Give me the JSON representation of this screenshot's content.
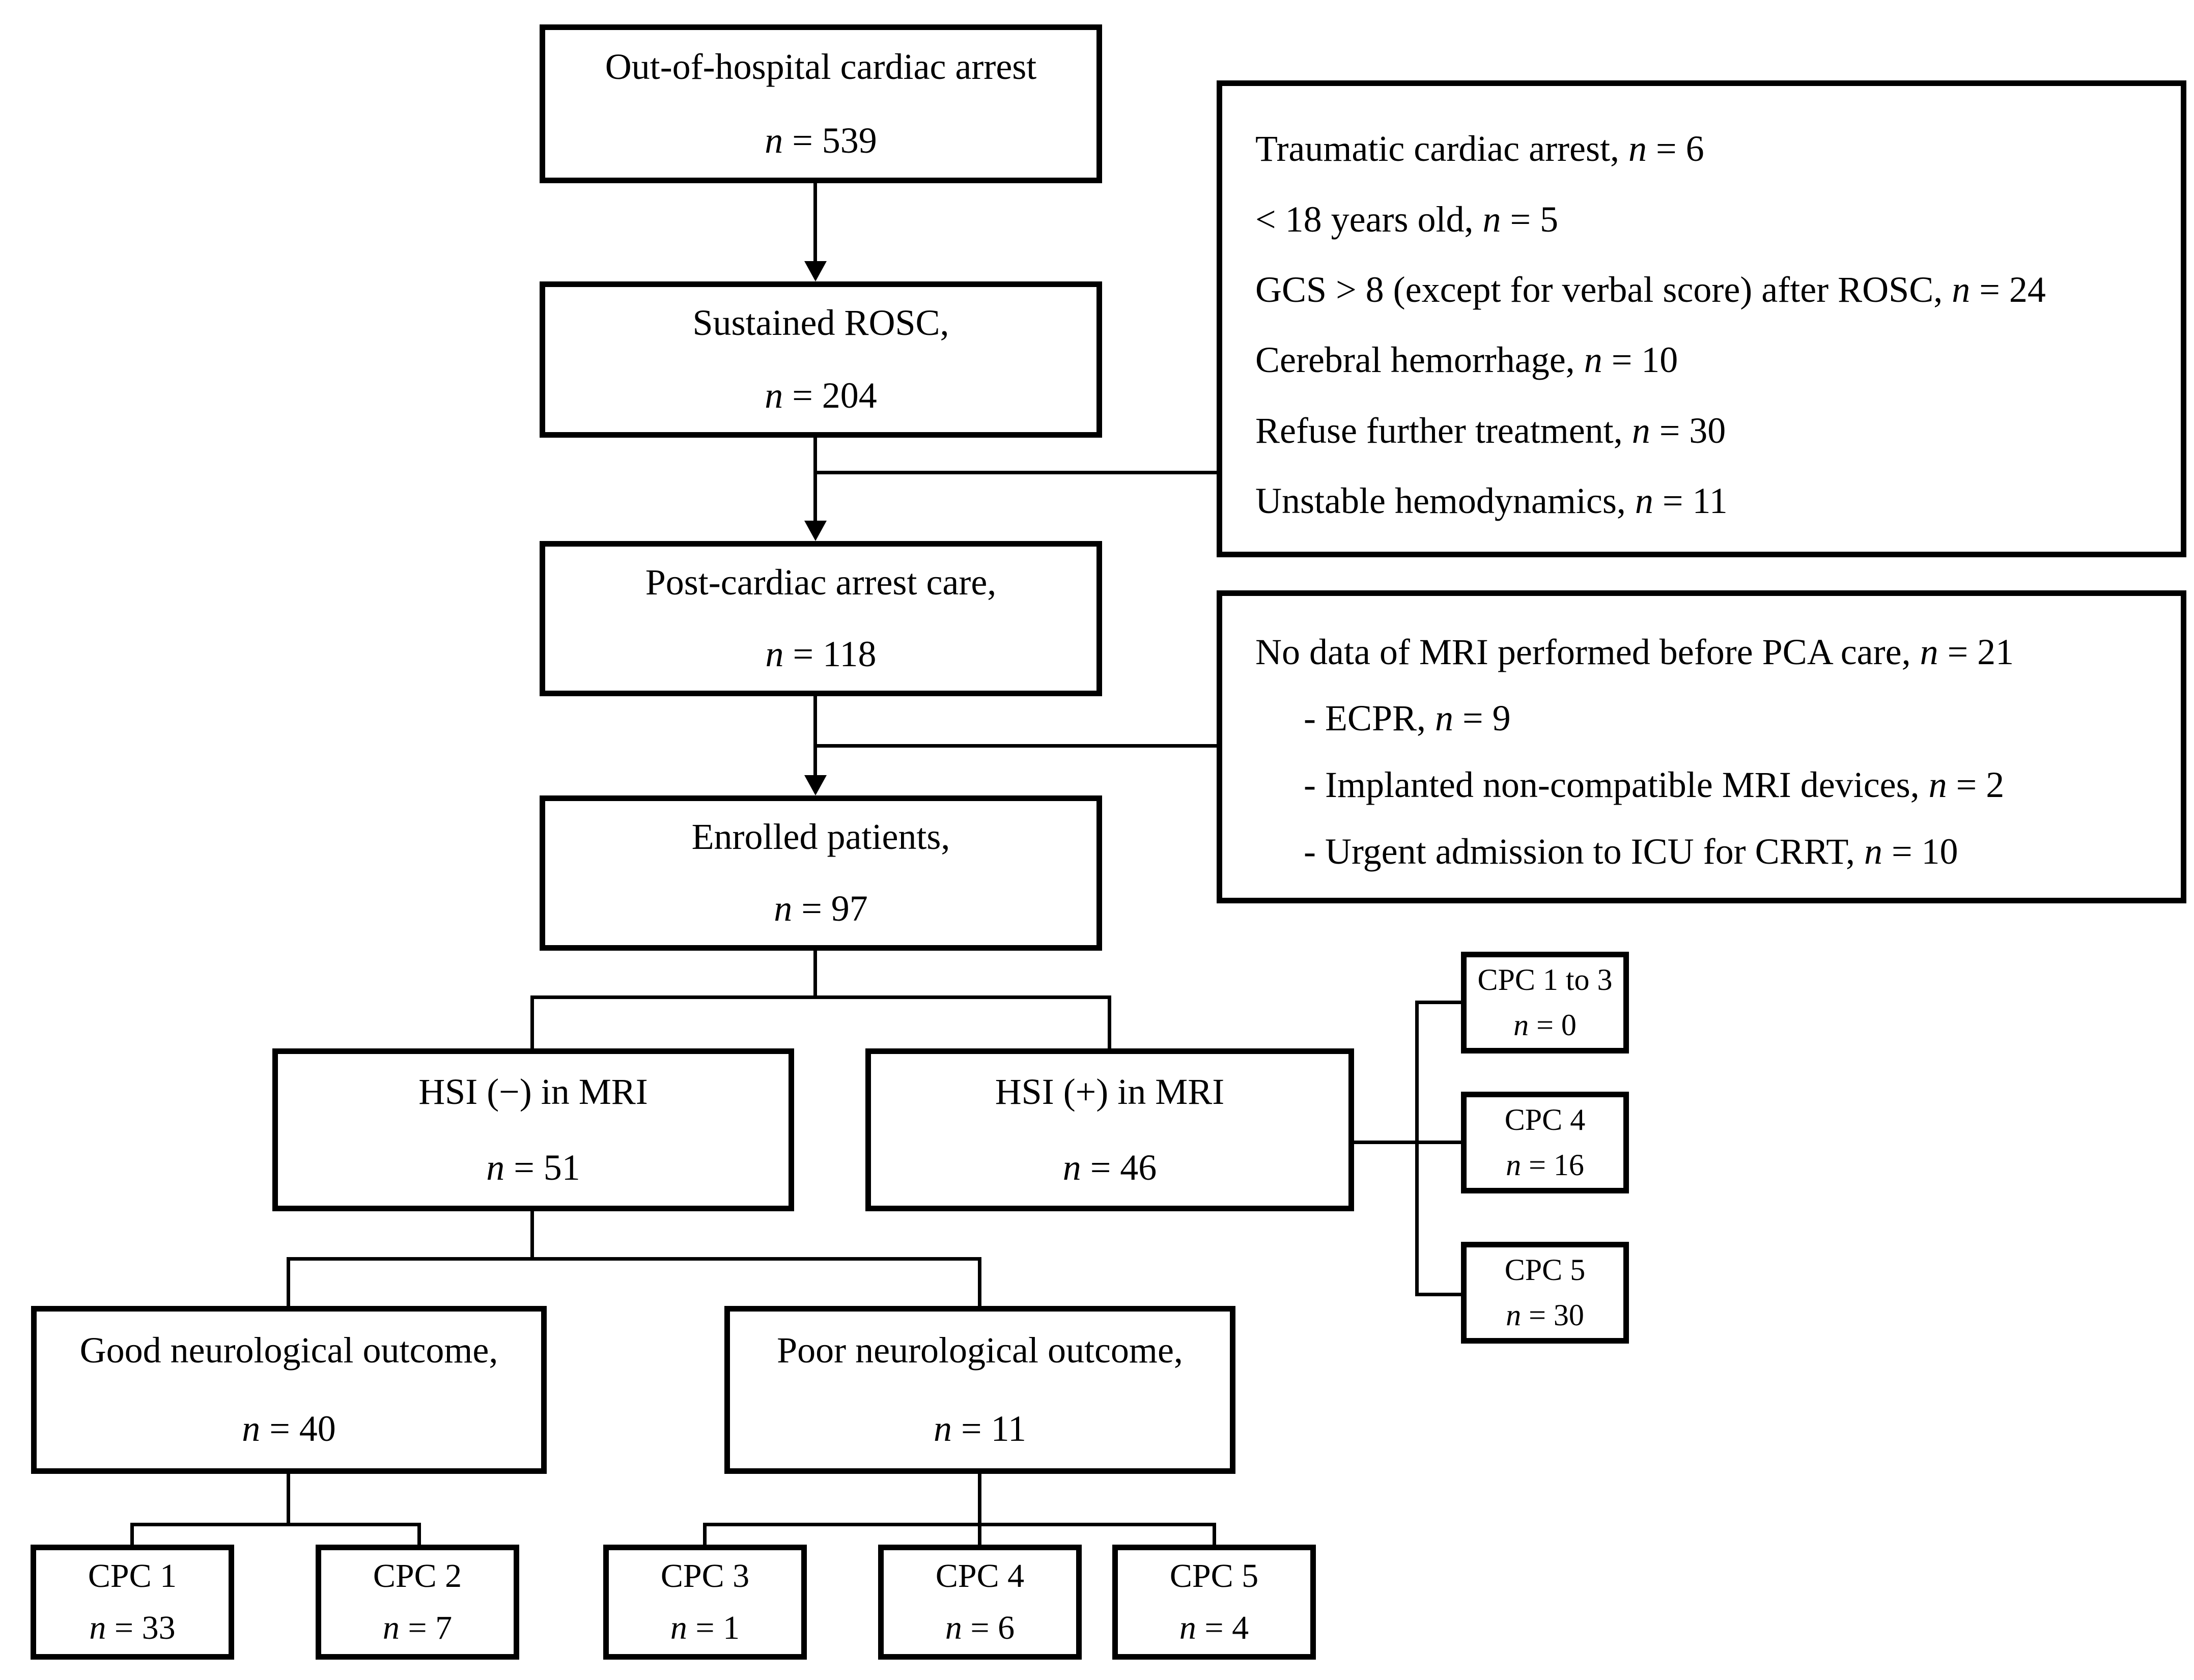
{
  "diagram": {
    "type": "flowchart",
    "nodes": {
      "oohca": {
        "label": "Out-of-hospital cardiac arrest",
        "count": "n = 539"
      },
      "rosc": {
        "label": "Sustained ROSC,",
        "count": "n = 204"
      },
      "pca": {
        "label": "Post-cardiac arrest care,",
        "count": "n = 118"
      },
      "enrolled": {
        "label": "Enrolled patients,",
        "count": "n = 97"
      },
      "hsi_neg": {
        "label": "HSI (−) in MRI",
        "count": "n = 51"
      },
      "hsi_pos": {
        "label": "HSI (+) in MRI",
        "count": "n = 46"
      },
      "cpc_1to3": {
        "label": "CPC 1 to 3",
        "count": "n = 0"
      },
      "cpc_4_right": {
        "label": "CPC 4",
        "count": "n = 16"
      },
      "cpc_5_right": {
        "label": "CPC 5",
        "count": "n = 30"
      },
      "good": {
        "label": "Good neurological outcome,",
        "count": "n = 40"
      },
      "poor": {
        "label": "Poor neurological outcome,",
        "count": "n = 11"
      },
      "cpc_1": {
        "label": "CPC 1",
        "count": "n = 33"
      },
      "cpc_2": {
        "label": "CPC 2",
        "count": "n = 7"
      },
      "cpc_3": {
        "label": "CPC 3",
        "count": "n = 1"
      },
      "cpc_4": {
        "label": "CPC 4",
        "count": "n = 6"
      },
      "cpc_5": {
        "label": "CPC 5",
        "count": "n = 4"
      }
    },
    "exclusions_after_rosc": {
      "items": [
        "Traumatic cardiac arrest, n = 6",
        "< 18 years old, n = 5",
        "GCS > 8 (except for verbal score) after ROSC, n = 24",
        "Cerebral hemorrhage, n = 10",
        "Refuse further treatment, n = 30",
        "Unstable hemodynamics, n = 11"
      ]
    },
    "exclusions_after_pca": {
      "items": [
        "No data of MRI performed before PCA care, n = 21",
        "- ECPR, n = 9",
        "- Implanted non-compatible MRI devices, n = 2",
        "- Urgent admission to ICU for CRRT, n = 10"
      ]
    },
    "colors": {
      "line": "#000000",
      "text": "#000000",
      "background": "#ffffff"
    }
  }
}
